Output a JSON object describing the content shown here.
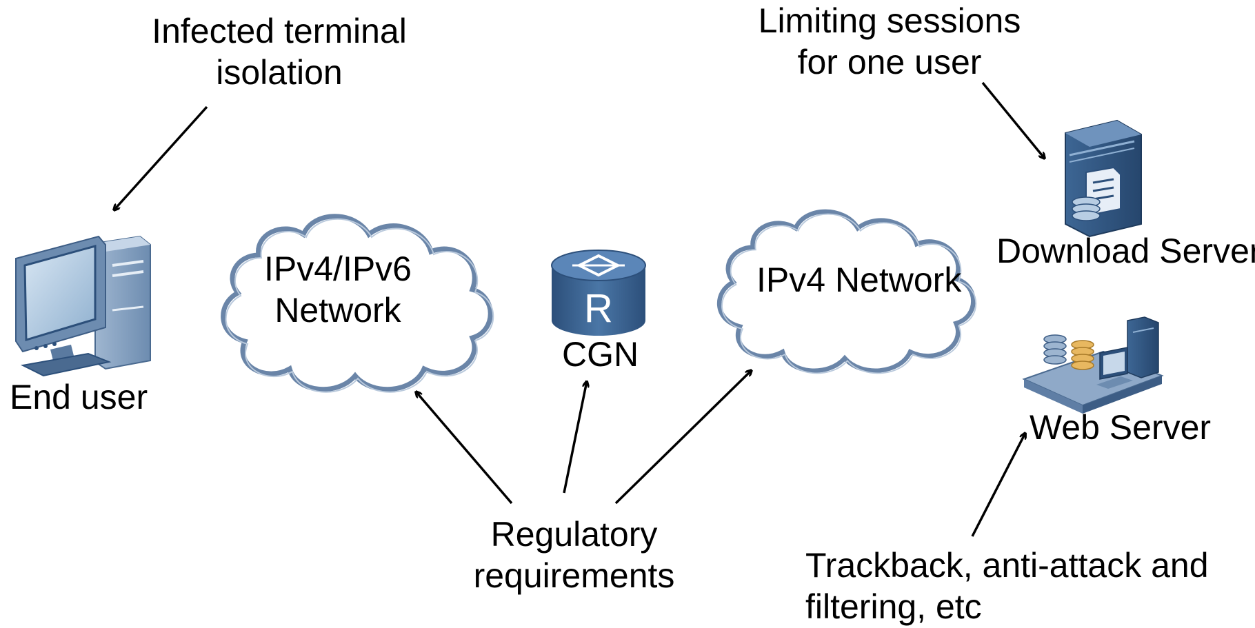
{
  "annotations": {
    "infected": [
      "Infected terminal",
      "isolation"
    ],
    "limiting": [
      "Limiting sessions",
      "for one user"
    ],
    "regulatory": [
      "Regulatory",
      "requirements"
    ],
    "trackback": [
      "Trackback, anti-attack and",
      "filtering, etc"
    ]
  },
  "nodes": {
    "end_user": "End user",
    "ipv4v6_network": [
      "IPv4/IPv6",
      "Network"
    ],
    "cgn": "CGN",
    "ipv4_network": "IPv4 Network",
    "download_server": "Download Server",
    "web_server": "Web Server"
  },
  "icons": {
    "end_user": "desktop-computer-icon",
    "cgn": "router-icon",
    "download_server": "download-server-icon",
    "web_server": "web-server-icon",
    "clouds": "cloud-icon"
  },
  "colors": {
    "cloud_outline": "#6a85a8",
    "device_blue": "#3d6694",
    "device_dark": "#2c4f7a",
    "arrow": "#000000"
  }
}
